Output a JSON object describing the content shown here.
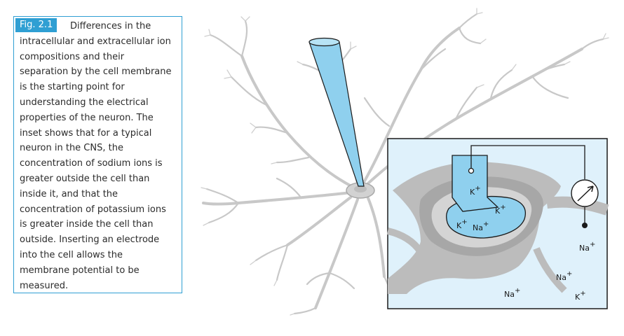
{
  "figure": {
    "tag": "Fig. 2.1",
    "caption_lines": [
      "Differences in the",
      "intracellular and extracellular ion",
      "compositions and their",
      "separation by the cell membrane",
      "is the starting point for",
      "understanding the electrical",
      "properties of the neuron. The",
      "inset shows that for a typical",
      "neuron in the CNS, the",
      "concentration of sodium ions is",
      "greater outside the cell than",
      "inside it, and that the",
      "concentration of potassium ions",
      "is greater inside the cell than",
      "outside. Inserting an electrode",
      "into the cell allows the",
      "membrane potential to be",
      "measured."
    ]
  },
  "inset": {
    "ions_inside": [
      {
        "base": "K",
        "charge": "+"
      },
      {
        "base": "K",
        "charge": "+"
      },
      {
        "base": "K",
        "charge": "+"
      },
      {
        "base": "Na",
        "charge": "+"
      }
    ],
    "ions_outside": [
      {
        "base": "Na",
        "charge": "+"
      },
      {
        "base": "Na",
        "charge": "+"
      },
      {
        "base": "Na",
        "charge": "+"
      },
      {
        "base": "K",
        "charge": "+"
      }
    ],
    "icons": [
      "voltmeter-icon",
      "electrode-icon"
    ]
  },
  "colors": {
    "accent": "#2f9fd3",
    "inset_bg": "#dff1fb",
    "cell_fill": "#bcbcbc",
    "electrode_fill": "#8fd0ee",
    "ink": "#1a1a1a"
  }
}
